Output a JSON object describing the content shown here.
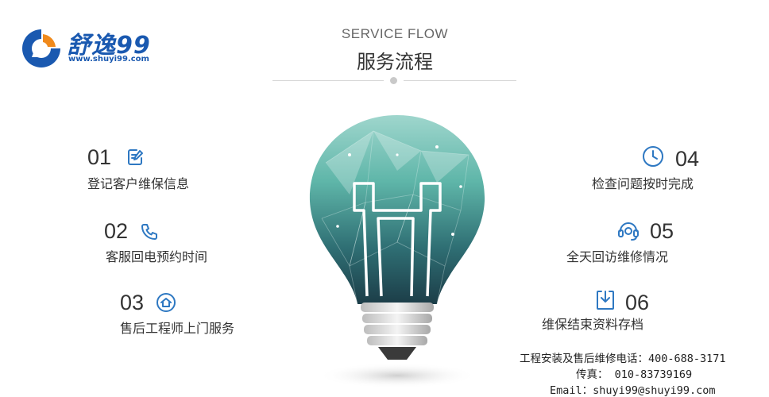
{
  "logo": {
    "brand_text": "舒逸99",
    "url_text": "www.shuyi99.com"
  },
  "heading": {
    "en": "SERVICE FLOW",
    "cn": "服务流程"
  },
  "steps": [
    {
      "number": "01",
      "label": "登记客户维保信息",
      "icon": "edit-document-icon"
    },
    {
      "number": "02",
      "label": "客服回电预约时间",
      "icon": "phone-icon"
    },
    {
      "number": "03",
      "label": "售后工程师上门服务",
      "icon": "home-icon"
    },
    {
      "number": "04",
      "label": "检查问题按时完成",
      "icon": "clock-icon"
    },
    {
      "number": "05",
      "label": "全天回访维修情况",
      "icon": "headset-icon"
    },
    {
      "number": "06",
      "label": "维保结束资料存档",
      "icon": "download-archive-icon"
    }
  ],
  "contact": {
    "hotline": "工程安装及售后维修电话：400-688-3171",
    "fax": "传真：   010-83739169",
    "email": "Email：shuyi99@shuyi99.com"
  },
  "colors": {
    "accent_blue": "#2e78c2",
    "logo_blue": "#1a59b0",
    "logo_orange": "#f08a1c",
    "bulb_teal": "#5fb6a9"
  }
}
